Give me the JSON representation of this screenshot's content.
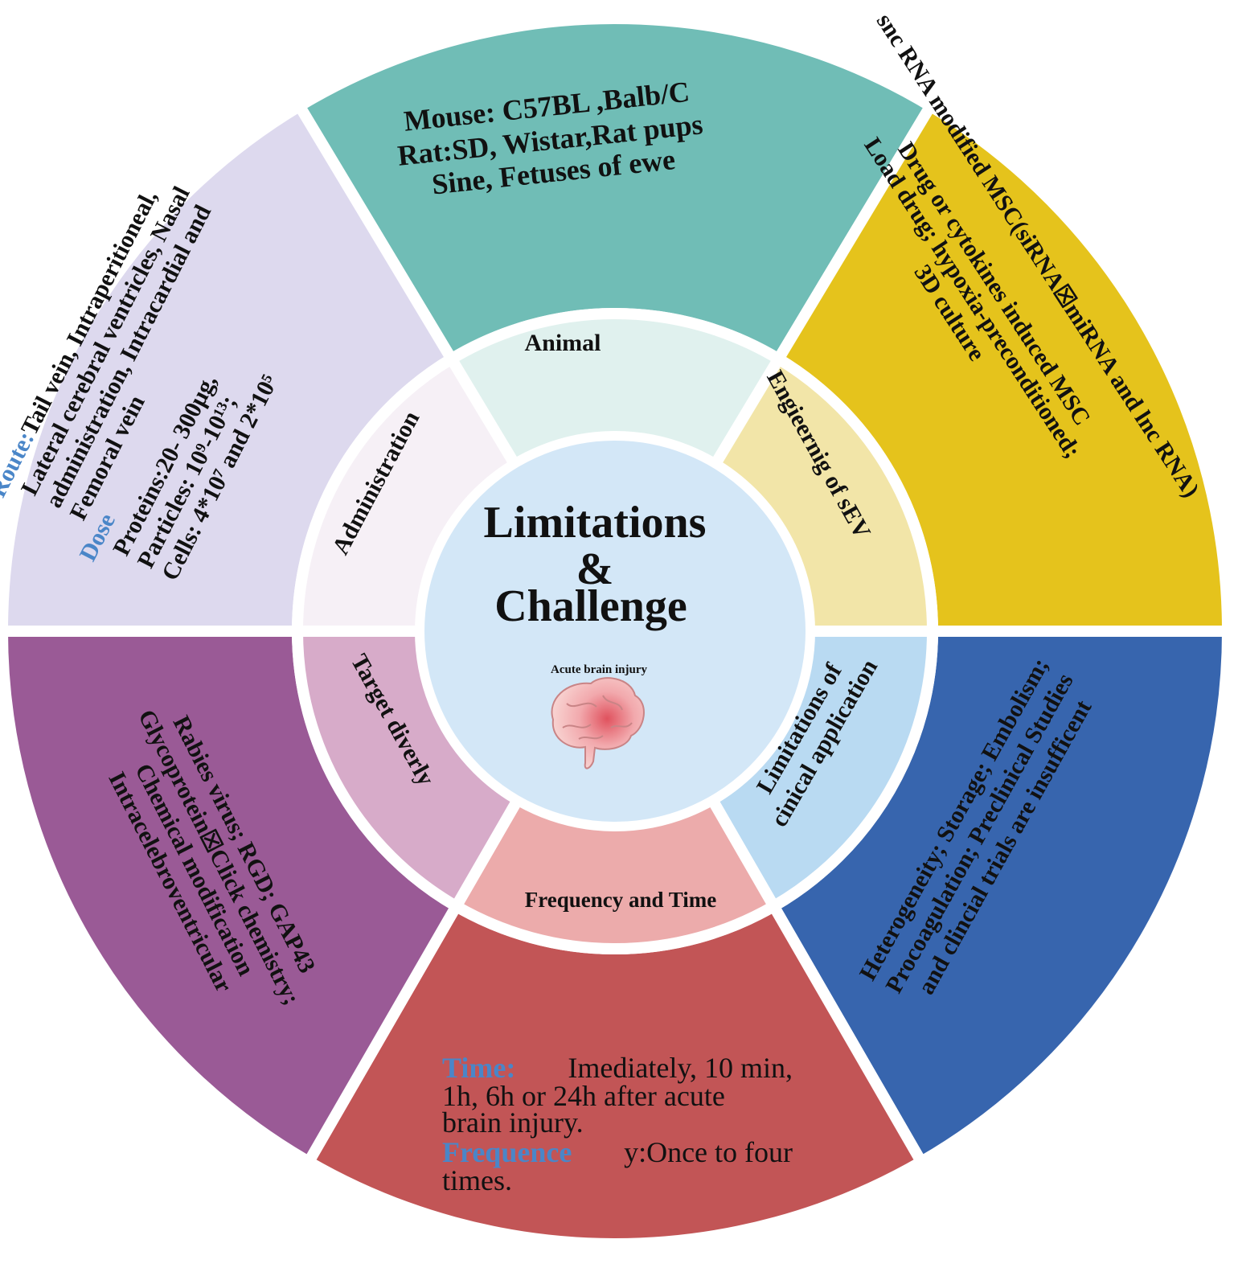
{
  "center": {
    "title_lines": [
      "Limitations",
      "&",
      "Challenge"
    ],
    "subtitle": "Acute brain injury",
    "icon": "brain-icon"
  },
  "inner": {
    "animal": "Animal",
    "engineering": "Engieernig  of sEV",
    "clinical_line1": "Limitations of",
    "clinical_line2": "cinical application",
    "frequency": "Frequency and Time",
    "target": "Target diverly",
    "administration": "Administration"
  },
  "outer": {
    "animal": [
      "Mouse: C57BL ,Balb/C",
      "Rat:SD, Wistar,Rat pups",
      "Sine, Fetuses of ewe"
    ],
    "engineering": [
      "snc RNA modified MSC(siRNA☒miRNA and lnc RNA)",
      "Drug or cytokines  induced MSC",
      "Load drug; hypoxia-preconditioned;",
      "3D culture"
    ],
    "clinical": [
      "Heterogeneity; Storage; Embolism;",
      "Procoagulation; Preclinical Studies",
      "and clincial trials are insufficent"
    ],
    "frequency": {
      "time_label": "Time:",
      "time_text": [
        "Imediately, 10 min,",
        "1h, 6h or  24h after acute",
        "brain injury."
      ],
      "freq_label": "Frequence",
      "freq_text": "y:Once  to  four",
      "freq_text2": "times."
    },
    "target": [
      "Rabies virus; RGD; GAP43",
      "Glycoprotein☒Click chemistry;",
      "Chemical modification",
      "Intracelebroventricular"
    ],
    "administration": {
      "route_label": "Route:",
      "route_lines": [
        "Tail vein, Intraperitioneal,",
        "Lateral cerebral ventricles, Nasal",
        "administration, Intracardial and",
        "Femoral vein"
      ],
      "dose_label": "Dose",
      "dose_lines": [
        "Proteins:20- 300μg,",
        "Particles: 10⁹-10¹³;",
        "Cells: 4*10⁷ and 2*10⁵"
      ]
    }
  },
  "colors": {
    "animal_outer": "#70bdb6",
    "animal_inner": "#e0f1ee",
    "engineering_outer": "#e5c31c",
    "engineering_inner": "#f2e5a8",
    "clinical_outer": "#3765ae",
    "clinical_inner": "#b9daf2",
    "frequency_outer": "#c25556",
    "frequency_inner": "#ecabab",
    "target_outer": "#9a5a96",
    "target_inner": "#d7abc9",
    "admin_outer": "#ddd9ee",
    "admin_inner": "#f6f0f6",
    "center": "#d3e7f7",
    "highlight": "#4a86c8"
  }
}
